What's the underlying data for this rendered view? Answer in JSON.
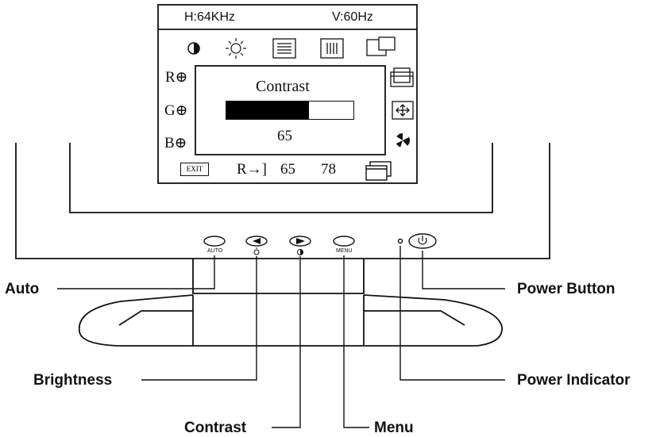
{
  "osd": {
    "h_freq": "H:64KHz",
    "v_freq": "V:60Hz",
    "menu_title": "Contrast",
    "contrast_value": "65",
    "contrast_level_fraction": 0.65,
    "rgb_labels": {
      "r": "R⊕",
      "g": "G⊕",
      "b": "B⊕"
    },
    "exit_label": "EXIT",
    "recall_label": "R→]",
    "bottom_value_1": "65",
    "bottom_value_2": "78",
    "top_icons": [
      "contrast-icon",
      "brightness-icon",
      "text-mode-icon",
      "vertical-bars-icon",
      "window-position-icon"
    ],
    "side_icons": [
      "window-size-icon",
      "move-arrows-icon",
      "color-wheel-icon"
    ]
  },
  "buttons": {
    "auto_label": "AUTO",
    "menu_label": "MENU"
  },
  "callouts": {
    "auto": "Auto",
    "brightness": "Brightness",
    "contrast": "Contrast",
    "menu": "Menu",
    "power_button": "Power Button",
    "power_indicator": "Power Indicator"
  }
}
